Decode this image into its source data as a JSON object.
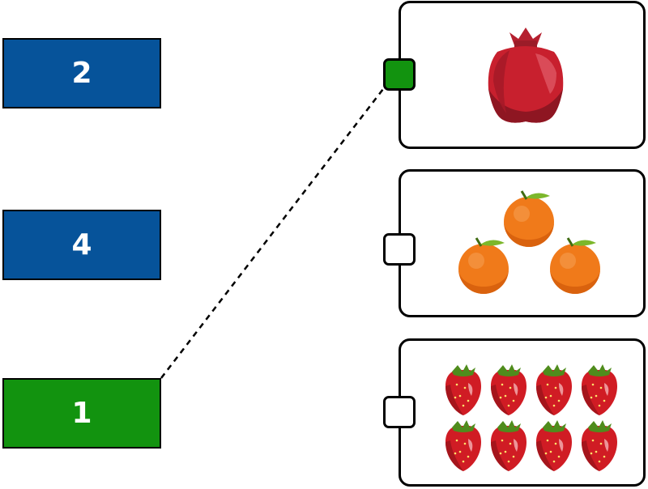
{
  "numbers": [
    {
      "label": "2",
      "selected": false
    },
    {
      "label": "4",
      "selected": false
    },
    {
      "label": "1",
      "selected": true
    }
  ],
  "cards": [
    {
      "fruit": "pomegranate-icon",
      "count": 1,
      "checked": true
    },
    {
      "fruit": "orange-icon",
      "count": 3,
      "checked": false
    },
    {
      "fruit": "strawberry-icon",
      "count": 8,
      "checked": false
    }
  ],
  "connection": {
    "from_number": "1",
    "to_card": 1
  },
  "colors": {
    "number_default": "#06539a",
    "number_selected": "#12930f",
    "checkbox_checked": "#12930f",
    "checkbox_unchecked": "#ffffff",
    "border": "#000000"
  }
}
